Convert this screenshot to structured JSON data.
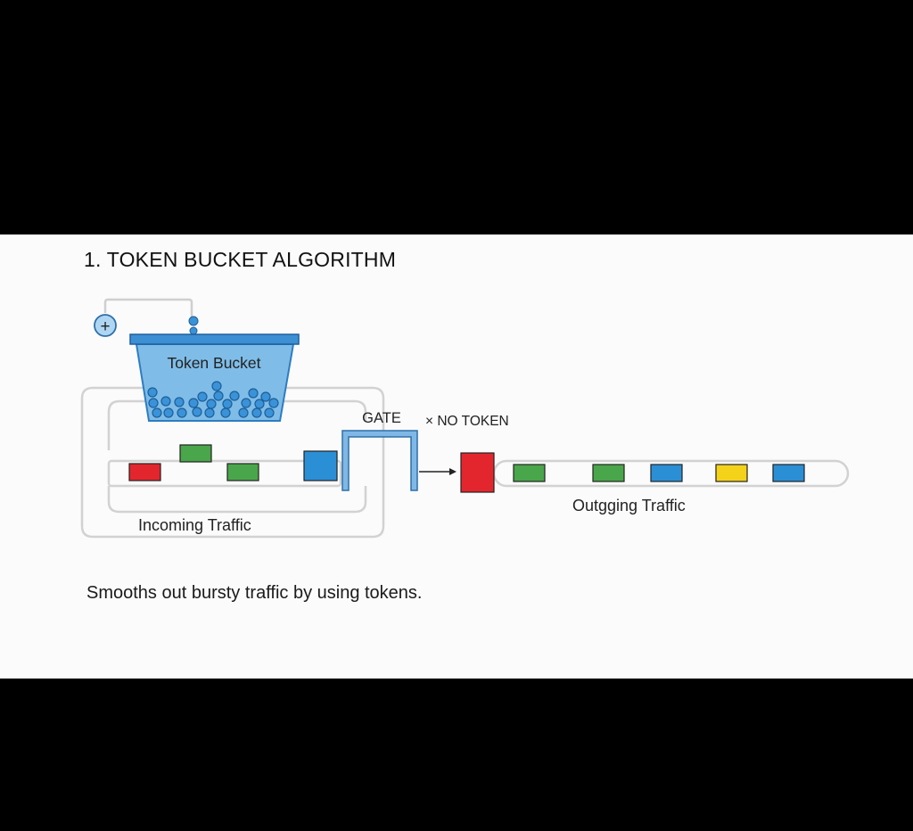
{
  "title": "1. TOKEN BUCKET ALGORITHM",
  "bucket": {
    "label": "Token Bucket",
    "add_symbol": "+"
  },
  "gate": {
    "label": "GATE",
    "status": "× NO TOKEN"
  },
  "incoming": {
    "label": "Incoming Traffic",
    "packets": [
      "red",
      "green",
      "green",
      "blue"
    ]
  },
  "outgoing": {
    "label": "Outgging Traffic",
    "packets": [
      "red",
      "green",
      "green",
      "blue",
      "yellow",
      "blue"
    ]
  },
  "caption": "Smooths out bursty traffic by using tokens.",
  "colors": {
    "red": "#e3262e",
    "green": "#4aa64a",
    "blue": "#2b8fd6",
    "yellow": "#f5d21a",
    "bucket_fill": "#7fbde8",
    "bucket_rim": "#2e7cc2",
    "gate": "#7fb8e6",
    "pipe": "#cfcfcf",
    "token": "#3a92d8"
  }
}
